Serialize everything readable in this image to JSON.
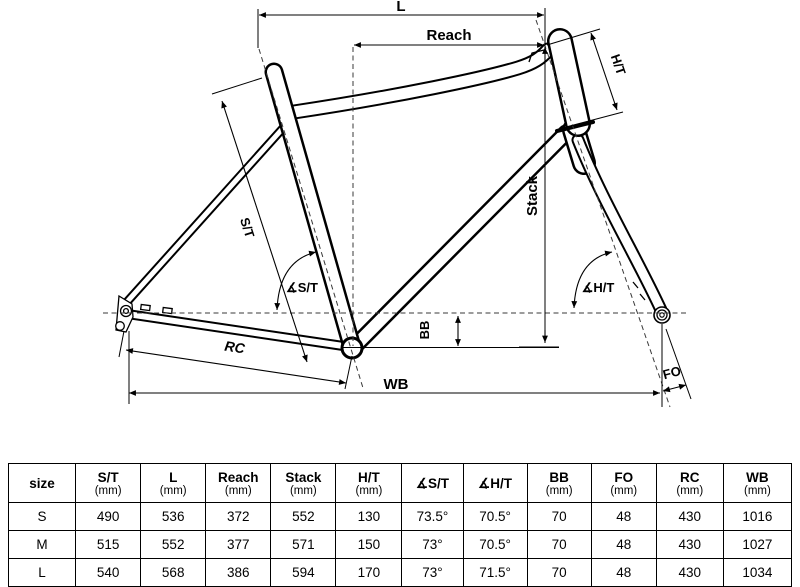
{
  "diagram": {
    "labels": {
      "top_length": "L",
      "reach": "Reach",
      "head_tube": "H/T",
      "stack": "Stack",
      "seat_tube": "S/T",
      "seat_tube_angle": "∡S/T",
      "head_tube_angle": "∡H/T",
      "bb_drop": "BB",
      "rear_center": "RC",
      "wheelbase": "WB",
      "fork_offset": "FO"
    }
  },
  "table": {
    "columns": [
      {
        "label": "size",
        "unit": ""
      },
      {
        "label": "S/T",
        "unit": "(mm)"
      },
      {
        "label": "L",
        "unit": "(mm)"
      },
      {
        "label": "Reach",
        "unit": "(mm)"
      },
      {
        "label": "Stack",
        "unit": "(mm)"
      },
      {
        "label": "H/T",
        "unit": "(mm)"
      },
      {
        "label": "∡S/T",
        "unit": ""
      },
      {
        "label": "∡H/T",
        "unit": ""
      },
      {
        "label": "BB",
        "unit": "(mm)"
      },
      {
        "label": "FO",
        "unit": "(mm)"
      },
      {
        "label": "RC",
        "unit": "(mm)"
      },
      {
        "label": "WB",
        "unit": "(mm)"
      }
    ],
    "rows": [
      {
        "cells": [
          "S",
          "490",
          "536",
          "372",
          "552",
          "130",
          "73.5°",
          "70.5°",
          "70",
          "48",
          "430",
          "1016"
        ]
      },
      {
        "cells": [
          "M",
          "515",
          "552",
          "377",
          "571",
          "150",
          "73°",
          "70.5°",
          "70",
          "48",
          "430",
          "1027"
        ]
      },
      {
        "cells": [
          "L",
          "540",
          "568",
          "386",
          "594",
          "170",
          "73°",
          "71.5°",
          "70",
          "48",
          "430",
          "1034"
        ]
      }
    ]
  }
}
